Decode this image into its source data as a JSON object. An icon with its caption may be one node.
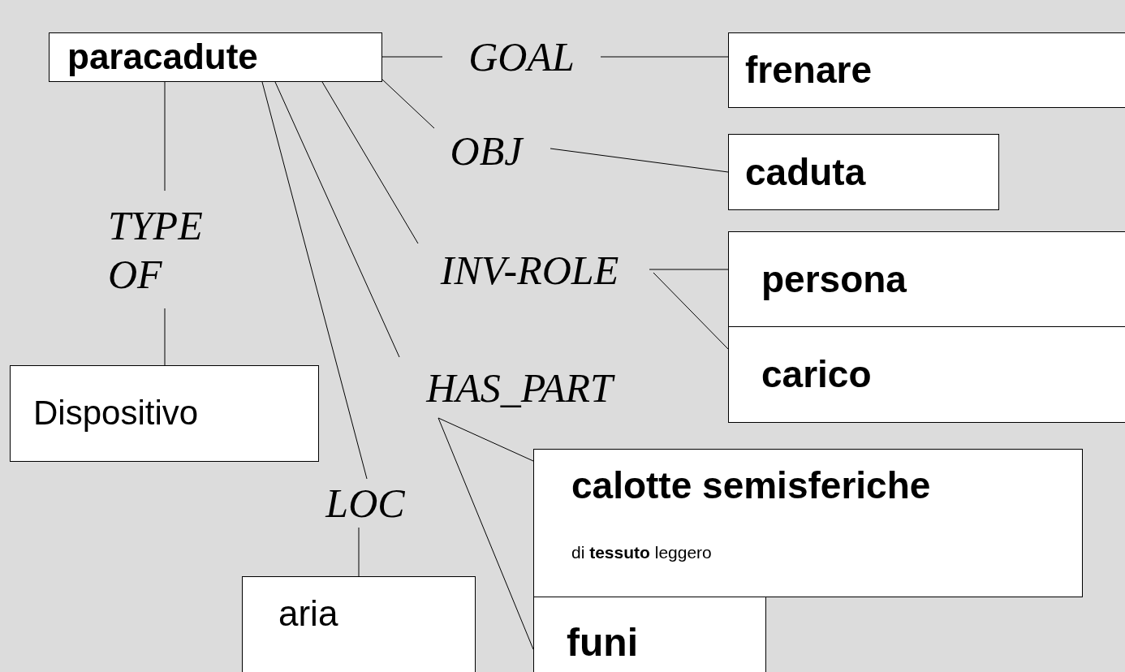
{
  "diagram": {
    "nodes": [
      {
        "text": [
          "paracadute"
        ]
      },
      {
        "text": [
          "GOAL"
        ]
      },
      {
        "text": [
          "frenare"
        ]
      },
      {
        "text": [
          "OBJ"
        ]
      },
      {
        "text": [
          "caduta"
        ]
      },
      {
        "text": [
          "TYPE OF"
        ]
      },
      {
        "text": [
          "INV-ROLE"
        ]
      },
      {
        "text": [
          "persona"
        ]
      },
      {
        "text": [
          "carico"
        ]
      },
      {
        "text": [
          "HAS_PART"
        ]
      },
      {
        "text": [
          "Dispositivo"
        ]
      },
      {
        "text": [
          "calotte semisferiche",
          "di **tessuto** leggero"
        ]
      },
      {
        "text": [
          "LOC"
        ]
      },
      {
        "text": [
          "aria"
        ]
      },
      {
        "text": [
          "funi"
        ]
      }
    ],
    "edges": [
      {
        "from": 0,
        "to": 1,
        "arrow": "none"
      },
      {
        "from": 1,
        "to": 2,
        "arrow": "none"
      },
      {
        "from": 0,
        "to": 3,
        "arrow": "none"
      },
      {
        "from": 3,
        "to": 4,
        "arrow": "none"
      },
      {
        "from": 0,
        "to": 5,
        "arrow": "none"
      },
      {
        "from": 5,
        "to": 10,
        "arrow": "none"
      },
      {
        "from": 0,
        "to": 6,
        "arrow": "none"
      },
      {
        "from": 6,
        "to": 7,
        "arrow": "none"
      },
      {
        "from": 6,
        "to": 8,
        "arrow": "none"
      },
      {
        "from": 0,
        "to": 9,
        "arrow": "none"
      },
      {
        "from": 9,
        "to": 11,
        "arrow": "none"
      },
      {
        "from": 9,
        "to": 14,
        "arrow": "none"
      },
      {
        "from": 0,
        "to": 12,
        "arrow": "none"
      },
      {
        "from": 12,
        "to": 13,
        "arrow": "none"
      }
    ]
  }
}
